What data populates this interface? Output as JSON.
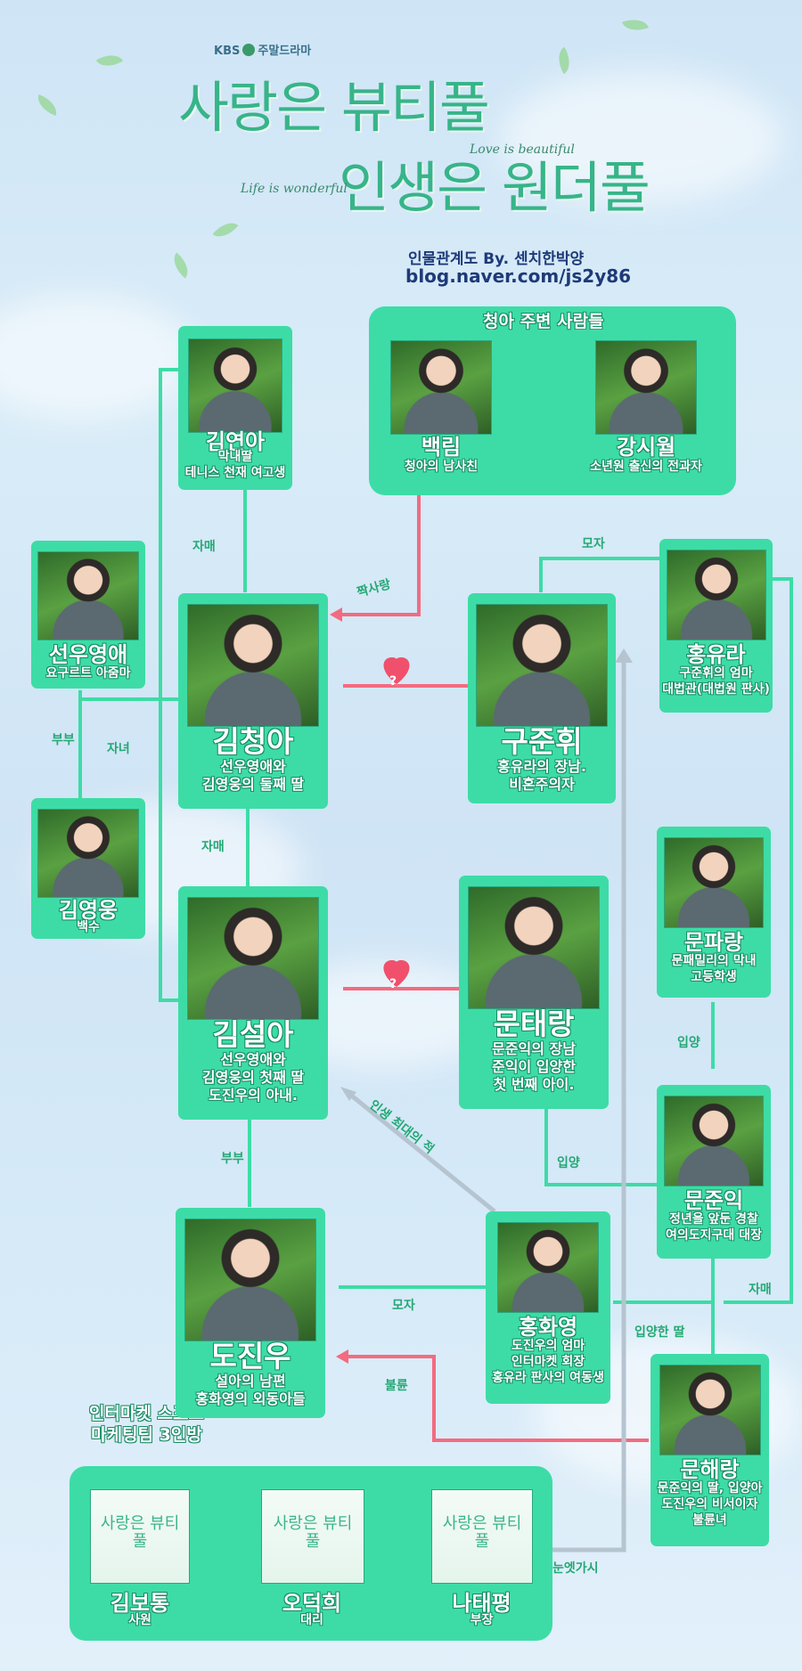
{
  "header": {
    "network": "KBS",
    "network_sub": "주말드라마",
    "title_line1": "사랑은 뷰티풀",
    "title_line2": "인생은 원더풀",
    "subtitle_en1": "Love is beautiful",
    "subtitle_en2": "Life is wonderful",
    "credit": "인물관계도 By. 센치한박양",
    "blog": "blog.naver.com/js2y86"
  },
  "groups": {
    "chung_a_friends": "청아 주변 사람들",
    "intermarket": "인터마켓 스포츠\n마케팅팀 3인방"
  },
  "characters": {
    "kim_yeon_a": {
      "name": "김연아",
      "desc": "막내딸\n테니스 천재 여고생"
    },
    "baek_rim": {
      "name": "백림",
      "desc": "청아의 남사친"
    },
    "kang_si_wol": {
      "name": "강시월",
      "desc": "소년원 출신의 전과자"
    },
    "seonwoo_young_ae": {
      "name": "선우영애",
      "desc": "요구르트 아줌마"
    },
    "kim_chung_a": {
      "name": "김청아",
      "desc": "선우영애와\n김영웅의 둘째 딸"
    },
    "goo_joon_hwi": {
      "name": "구준휘",
      "desc": "홍유라의 장남.\n비혼주의자"
    },
    "hong_yu_ra": {
      "name": "홍유라",
      "desc": "구준휘의 엄마\n대법관(대법원 판사)"
    },
    "kim_young_woong": {
      "name": "김영웅",
      "desc": "백수"
    },
    "moon_pa_rang": {
      "name": "문파랑",
      "desc": "문패밀리의 막내\n고등학생"
    },
    "kim_seol_a": {
      "name": "김설아",
      "desc": "선우영애와\n김영웅의 첫째 딸\n도진우의 아내."
    },
    "moon_tae_rang": {
      "name": "문태랑",
      "desc": "문준익의 장남\n준익이 입양한\n첫 번째 아이."
    },
    "moon_joon_ik": {
      "name": "문준익",
      "desc": "정년을 앞둔 경찰\n여의도지구대 대장"
    },
    "do_jin_woo": {
      "name": "도진우",
      "desc": "설아의 남편\n홍화영의 외동아들"
    },
    "hong_hwa_young": {
      "name": "홍화영",
      "desc": "도진우의 엄마\n인터마켓 회장\n홍유라 판사의 여동생"
    },
    "moon_hae_rang": {
      "name": "문해랑",
      "desc": "문준익의 딸, 입양아\n도진우의 비서이자\n불륜녀"
    },
    "kim_bo_tong": {
      "name": "김보통",
      "desc": "사원"
    },
    "oh_deok_hee": {
      "name": "오덕희",
      "desc": "대리"
    },
    "na_tae_pyung": {
      "name": "나태평",
      "desc": "부장"
    }
  },
  "relations": {
    "sisters_1": "자매",
    "crush": "짝사랑",
    "mother_son_1": "모자",
    "couple_1": "부부",
    "children": "자녀",
    "sisters_2": "자매",
    "rival": "인생 최대의 적",
    "adopt_1": "입양",
    "adopt_2": "입양",
    "couple_2": "부부",
    "mother_son_2": "모자",
    "adopted_daughter": "입양한 딸",
    "sisters_3": "자매",
    "affair": "불륜",
    "eyesore": "눈엣가시",
    "heart_1": "?",
    "heart_2": "?"
  },
  "colors": {
    "card": "#3ddca6",
    "line_green": "#3ddca6",
    "line_red": "#f06b7d",
    "line_gray": "#a9b9c8",
    "heart": "#f0506b"
  }
}
